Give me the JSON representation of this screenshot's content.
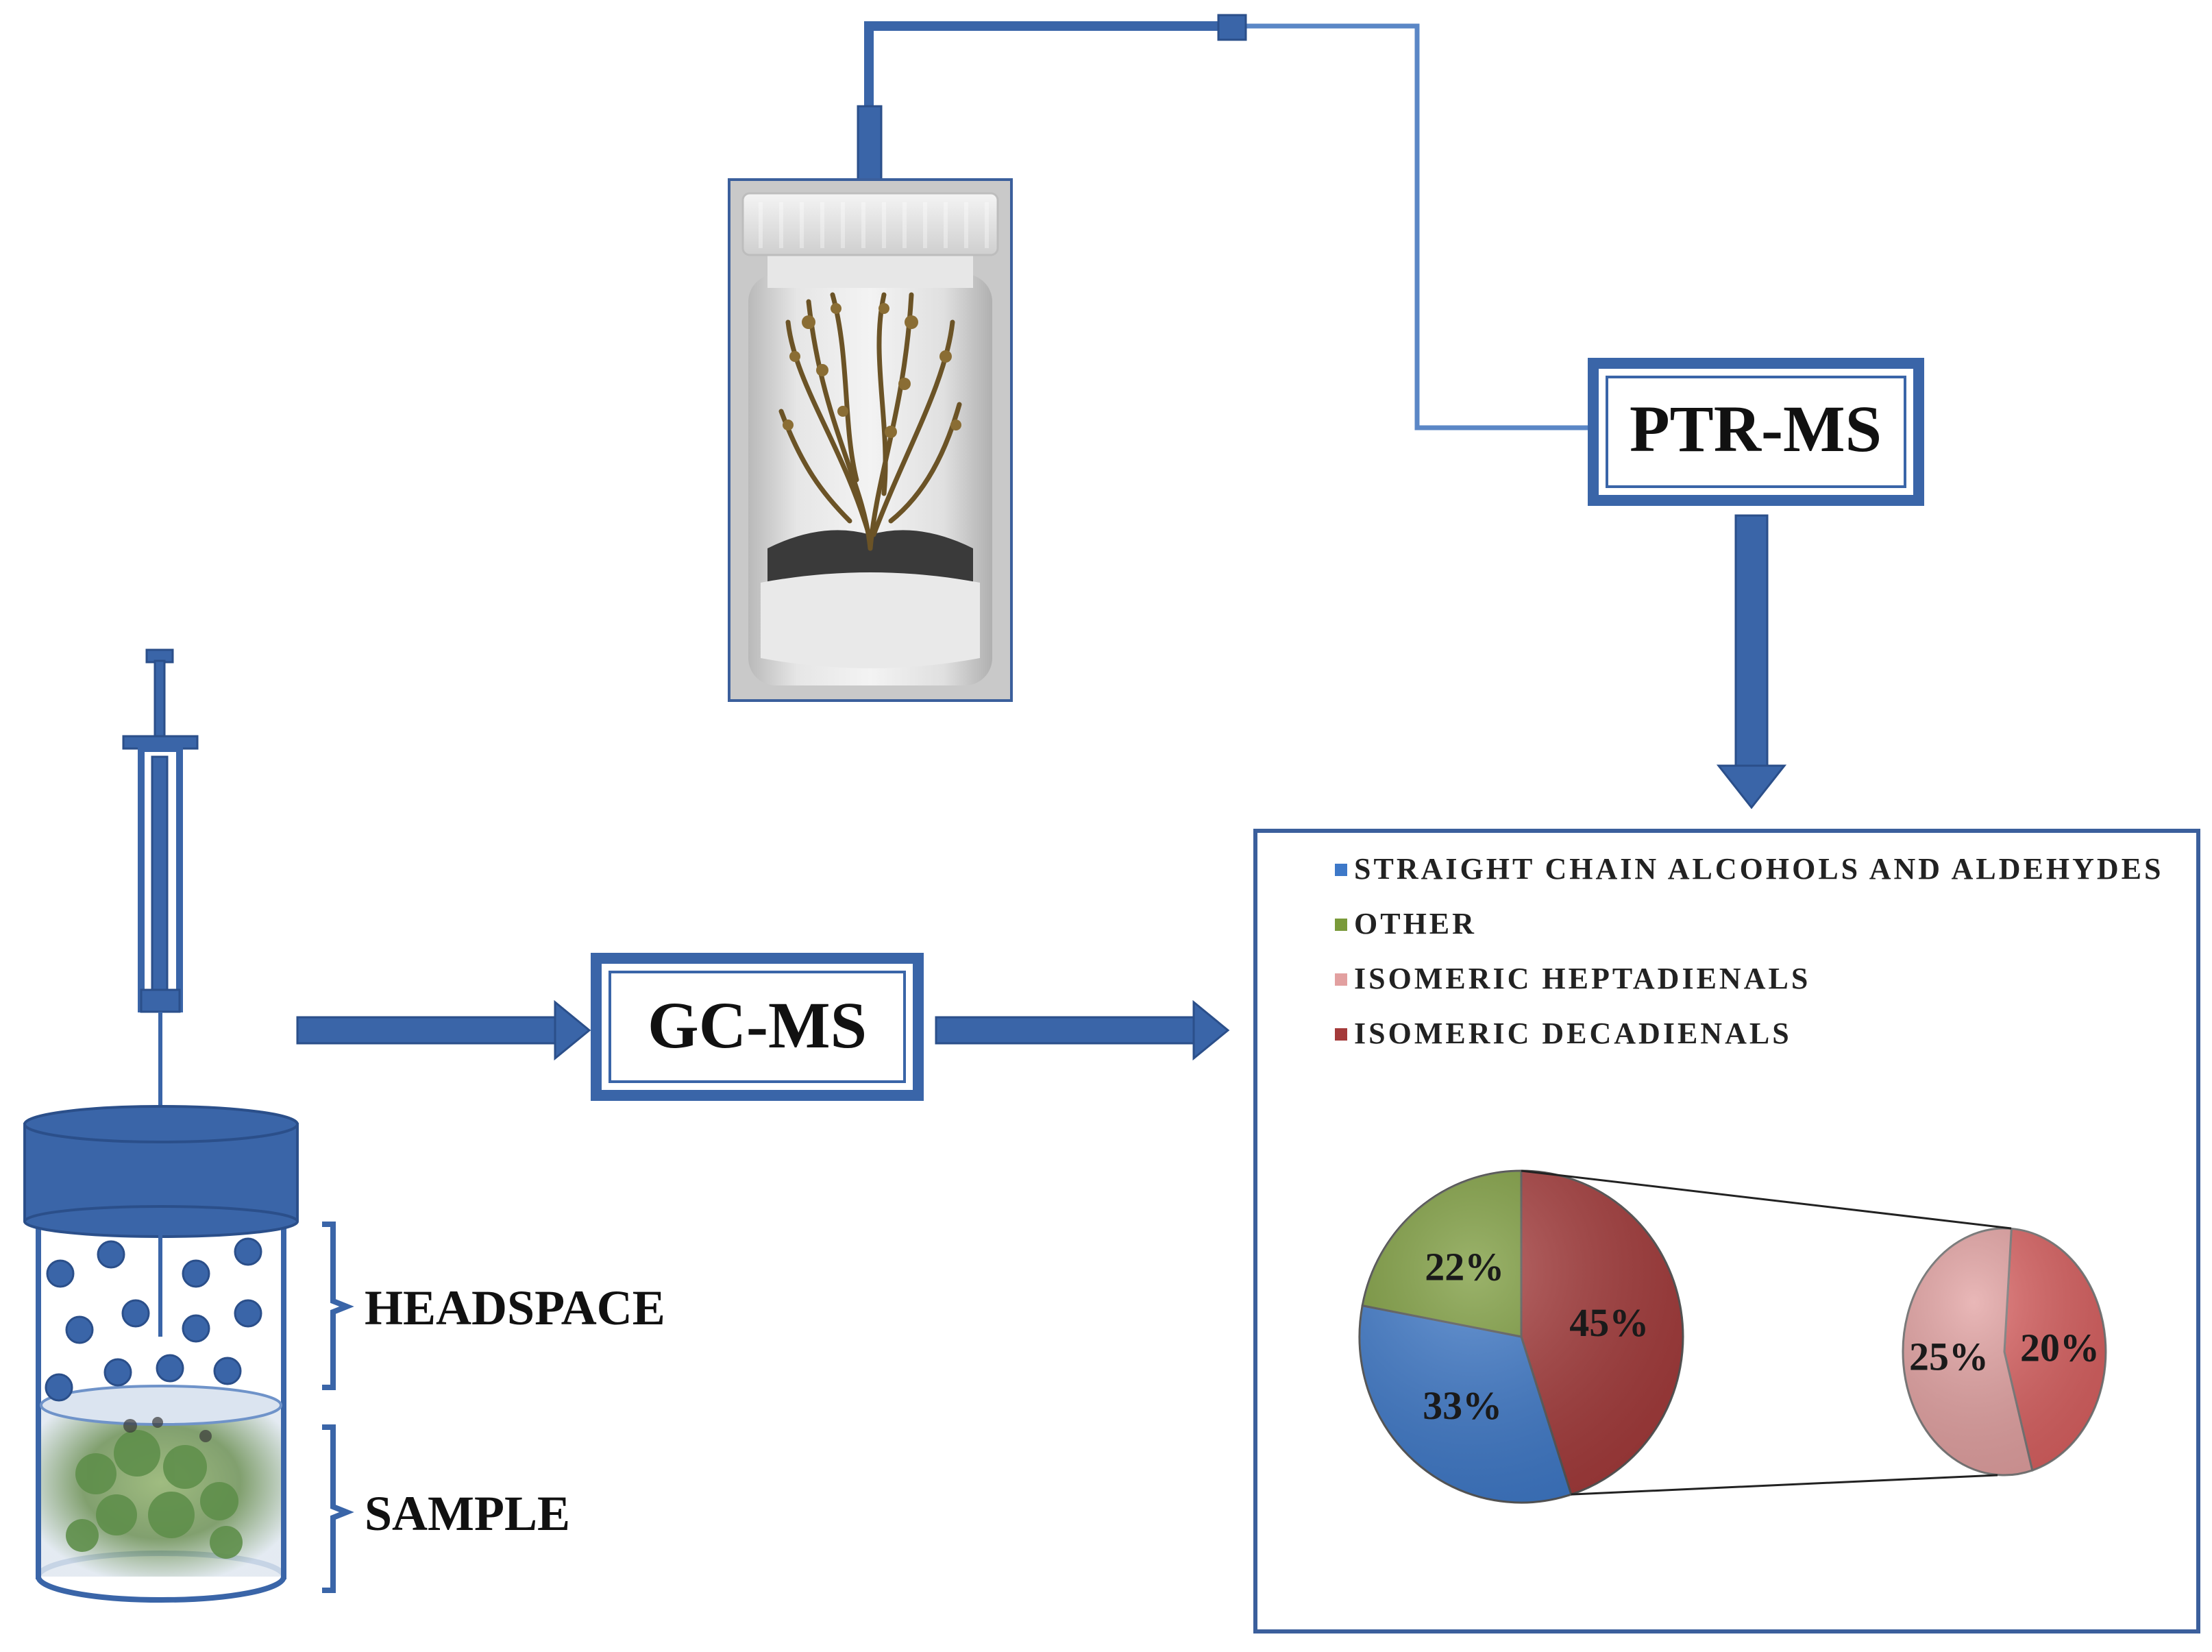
{
  "colors": {
    "blue_dark": "#3a65a8",
    "blue_stroke": "#3b5f9c",
    "blue_line_light": "#5b87c6",
    "slice_straight_chain": "#3d78c8",
    "slice_other": "#7a9a3a",
    "slice_heptadienals": "#e2a0a0",
    "slice_decadienals_outer": "#a43a3a",
    "slice_decadienals_inner": "#d96060",
    "soil": "#3a3a3a",
    "plant_green": "#6f9a57"
  },
  "labels": {
    "ptr_ms": "PTR-MS",
    "gc_ms": "GC-MS",
    "headspace": "HEADSPACE",
    "sample": "SAMPLE"
  },
  "icons": {
    "vial": "headspace-vial-icon",
    "syringe": "syringe-icon",
    "jar": "sample-jar-photo",
    "arrow": "flow-arrow"
  },
  "chart_data": {
    "type": "pie",
    "legend_placement": "top-left",
    "legend": [
      "STRAIGHT CHAIN ALCOHOLS AND ALDEHYDES",
      "OTHER",
      "ISOMERIC HEPTADIENALS",
      "ISOMERIC DECADIENALS"
    ],
    "main_pie": {
      "slices": [
        {
          "legend": "ISOMERIC DECADIENALS",
          "value": 45,
          "label": "45%"
        },
        {
          "legend": "STRAIGHT CHAIN ALCOHOLS AND ALDEHYDES",
          "value": 33,
          "label": "33%"
        },
        {
          "legend": "OTHER",
          "value": 22,
          "label": "22%"
        }
      ]
    },
    "breakout_pie": {
      "of": "ISOMERIC DECADIENALS",
      "slices": [
        {
          "legend": "ISOMERIC DECADIENALS",
          "value": 20,
          "label": "20%"
        },
        {
          "legend": "ISOMERIC HEPTADIENALS",
          "value": 25,
          "label": "25%"
        }
      ]
    }
  }
}
